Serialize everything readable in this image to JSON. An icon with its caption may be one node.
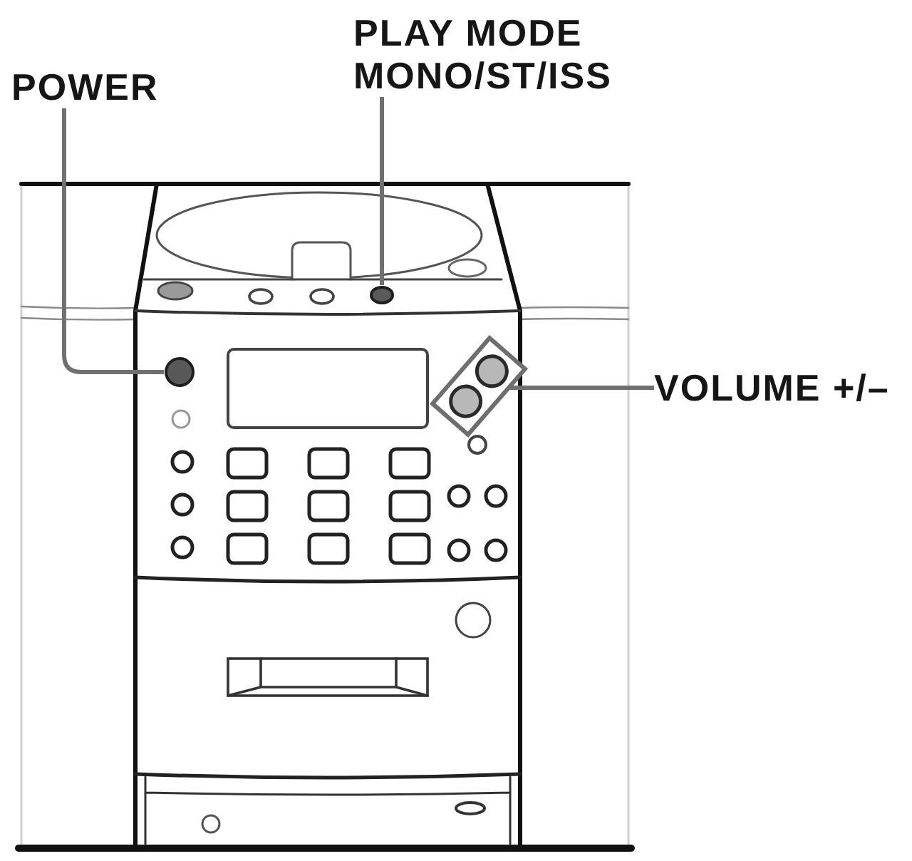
{
  "diagram": {
    "nodes": [
      {
        "text": [
          "POWER"
        ]
      },
      {
        "text": [],
        "shape": "circle"
      },
      {
        "text": [
          "PLAY MODE MONO/ST/ISS"
        ]
      },
      {
        "text": [],
        "shape": "circle"
      },
      {
        "text": [
          "VOLUME +/–"
        ]
      },
      {
        "text": [],
        "shape": "box"
      }
    ],
    "edges": [
      {
        "from": 0,
        "to": 1,
        "arrow": "none"
      },
      {
        "from": 2,
        "to": 3,
        "arrow": "none"
      },
      {
        "from": 4,
        "to": 5,
        "arrow": "none"
      }
    ]
  }
}
